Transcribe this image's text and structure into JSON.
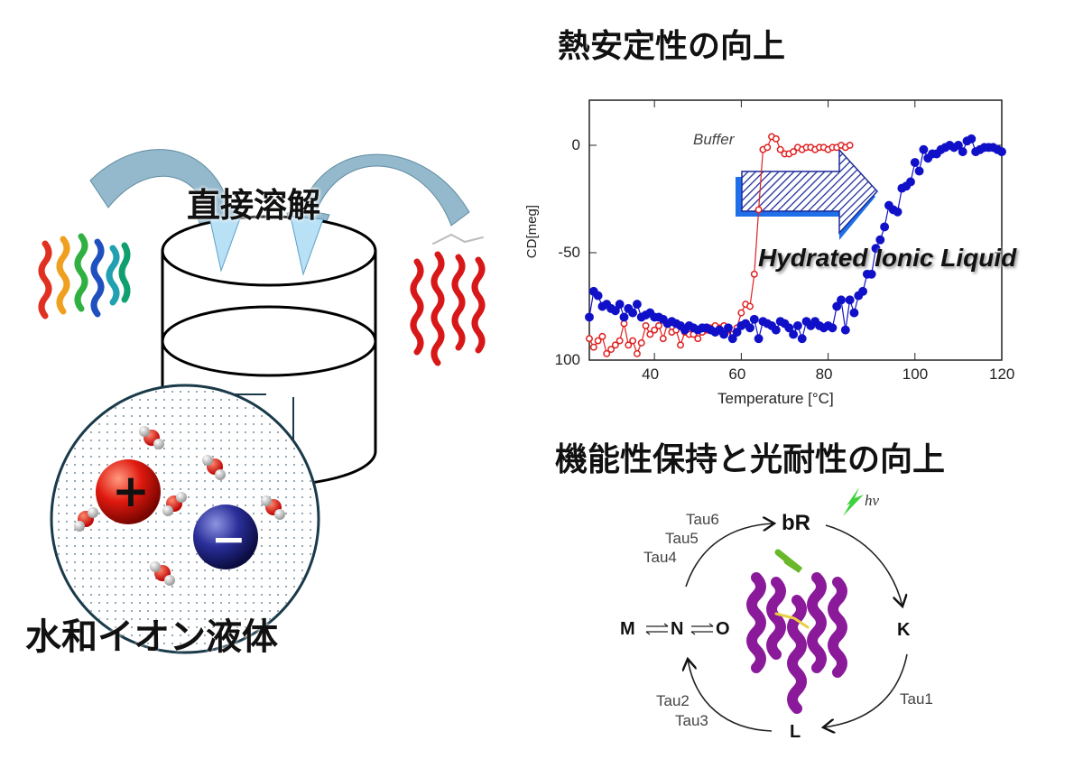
{
  "titles": {
    "thermal": "熱安定性の向上",
    "dissolve": "直接溶解",
    "hil": "水和イオン液体",
    "function": "機能性保持と光耐性の向上"
  },
  "colors": {
    "buffer": "#e02020",
    "hil": "#1010c8",
    "arrow": "#1e5fd8",
    "helix": "#8a1a9a",
    "flow_arrow": "#8fb4c8"
  },
  "ions": {
    "cation": "+",
    "anion": "−"
  },
  "chart_data": {
    "type": "scatter",
    "xlabel": "Temperature [°C]",
    "ylabel": "CD[meg]",
    "xlim": [
      25,
      120
    ],
    "ylim": [
      -100,
      21
    ],
    "xticks": [
      40,
      60,
      80,
      100,
      120
    ],
    "xtick_labels": [
      "40",
      "60",
      "80",
      "100",
      "120"
    ],
    "yticks": [
      0,
      -50,
      -100
    ],
    "ytick_labels": [
      "0",
      "-50",
      "100"
    ],
    "annotations": {
      "buffer": "Buffer",
      "hil": "Hydrated Ionic Liquid"
    },
    "series": [
      {
        "name": "Buffer",
        "x": [
          25,
          26,
          27,
          28,
          29,
          30,
          31,
          32,
          33,
          34,
          35,
          36,
          37,
          38,
          39,
          40,
          41,
          42,
          43,
          44,
          45,
          46,
          47,
          48,
          49,
          50,
          51,
          52,
          53,
          54,
          55,
          56,
          57,
          58,
          59,
          60,
          61,
          62,
          63,
          64,
          65,
          66,
          67,
          68,
          69,
          70,
          71,
          72,
          73,
          74,
          75,
          76,
          77,
          78,
          79,
          80,
          81,
          82,
          83,
          84,
          85
        ],
        "y": [
          -90,
          -94,
          -91,
          -89,
          -97,
          -95,
          -93,
          -91,
          -83,
          -93,
          -91,
          -97,
          -92,
          -84,
          -88,
          -86,
          -84,
          -90,
          -83,
          -87,
          -86,
          -93,
          -87,
          -88,
          -88,
          -90,
          -87,
          -86,
          -85,
          -84,
          -85,
          -84,
          -86,
          -88,
          -85,
          -78,
          -74,
          -75,
          -60,
          -30,
          -2,
          -1,
          4,
          3,
          -2,
          -4,
          -4,
          -3,
          -1,
          -2,
          -1,
          -1,
          -2,
          -1,
          -1,
          -2,
          -1,
          -1,
          0,
          -1,
          0
        ]
      },
      {
        "name": "Hydrated Ionic Liquid",
        "x": [
          25,
          26,
          27,
          28,
          29,
          30,
          31,
          32,
          33,
          34,
          35,
          36,
          37,
          38,
          39,
          40,
          41,
          42,
          43,
          44,
          45,
          46,
          47,
          48,
          49,
          50,
          51,
          52,
          53,
          54,
          55,
          56,
          57,
          58,
          59,
          60,
          61,
          62,
          63,
          64,
          65,
          66,
          67,
          68,
          69,
          70,
          71,
          72,
          73,
          74,
          75,
          76,
          77,
          78,
          79,
          80,
          81,
          82,
          83,
          84,
          85,
          86,
          87,
          88,
          89,
          90,
          91,
          92,
          93,
          94,
          95,
          96,
          97,
          98,
          99,
          100,
          101,
          102,
          103,
          104,
          105,
          106,
          107,
          108,
          109,
          110,
          111,
          112,
          113,
          114,
          115,
          116,
          117,
          118,
          119,
          120
        ],
        "y": [
          -80,
          -68,
          -70,
          -75,
          -74,
          -76,
          -77,
          -74,
          -80,
          -76,
          -78,
          -74,
          -80,
          -79,
          -78,
          -80,
          -80,
          -81,
          -83,
          -82,
          -83,
          -84,
          -86,
          -84,
          -85,
          -86,
          -85,
          -85,
          -86,
          -87,
          -86,
          -88,
          -85,
          -90,
          -87,
          -84,
          -83,
          -85,
          -81,
          -90,
          -82,
          -83,
          -84,
          -86,
          -82,
          -83,
          -85,
          -88,
          -84,
          -90,
          -82,
          -84,
          -82,
          -84,
          -85,
          -84,
          -85,
          -75,
          -72,
          -86,
          -72,
          -78,
          -70,
          -68,
          -60,
          -60,
          -48,
          -44,
          -38,
          -28,
          -30,
          -31,
          -20,
          -19,
          -17,
          -8,
          -12,
          -2,
          -6,
          -4,
          -4,
          -2,
          -1,
          0,
          -1,
          0,
          -3,
          2,
          3,
          -3,
          -2,
          -1,
          -1,
          -1,
          -2,
          -3
        ]
      }
    ]
  },
  "photocycle": {
    "states": {
      "bR": "bR",
      "K": "K",
      "L": "L",
      "M": "M",
      "N": "N",
      "O": "O"
    },
    "light": "hν",
    "taus": [
      "Tau1",
      "Tau2",
      "Tau3",
      "Tau4",
      "Tau5",
      "Tau6"
    ]
  }
}
